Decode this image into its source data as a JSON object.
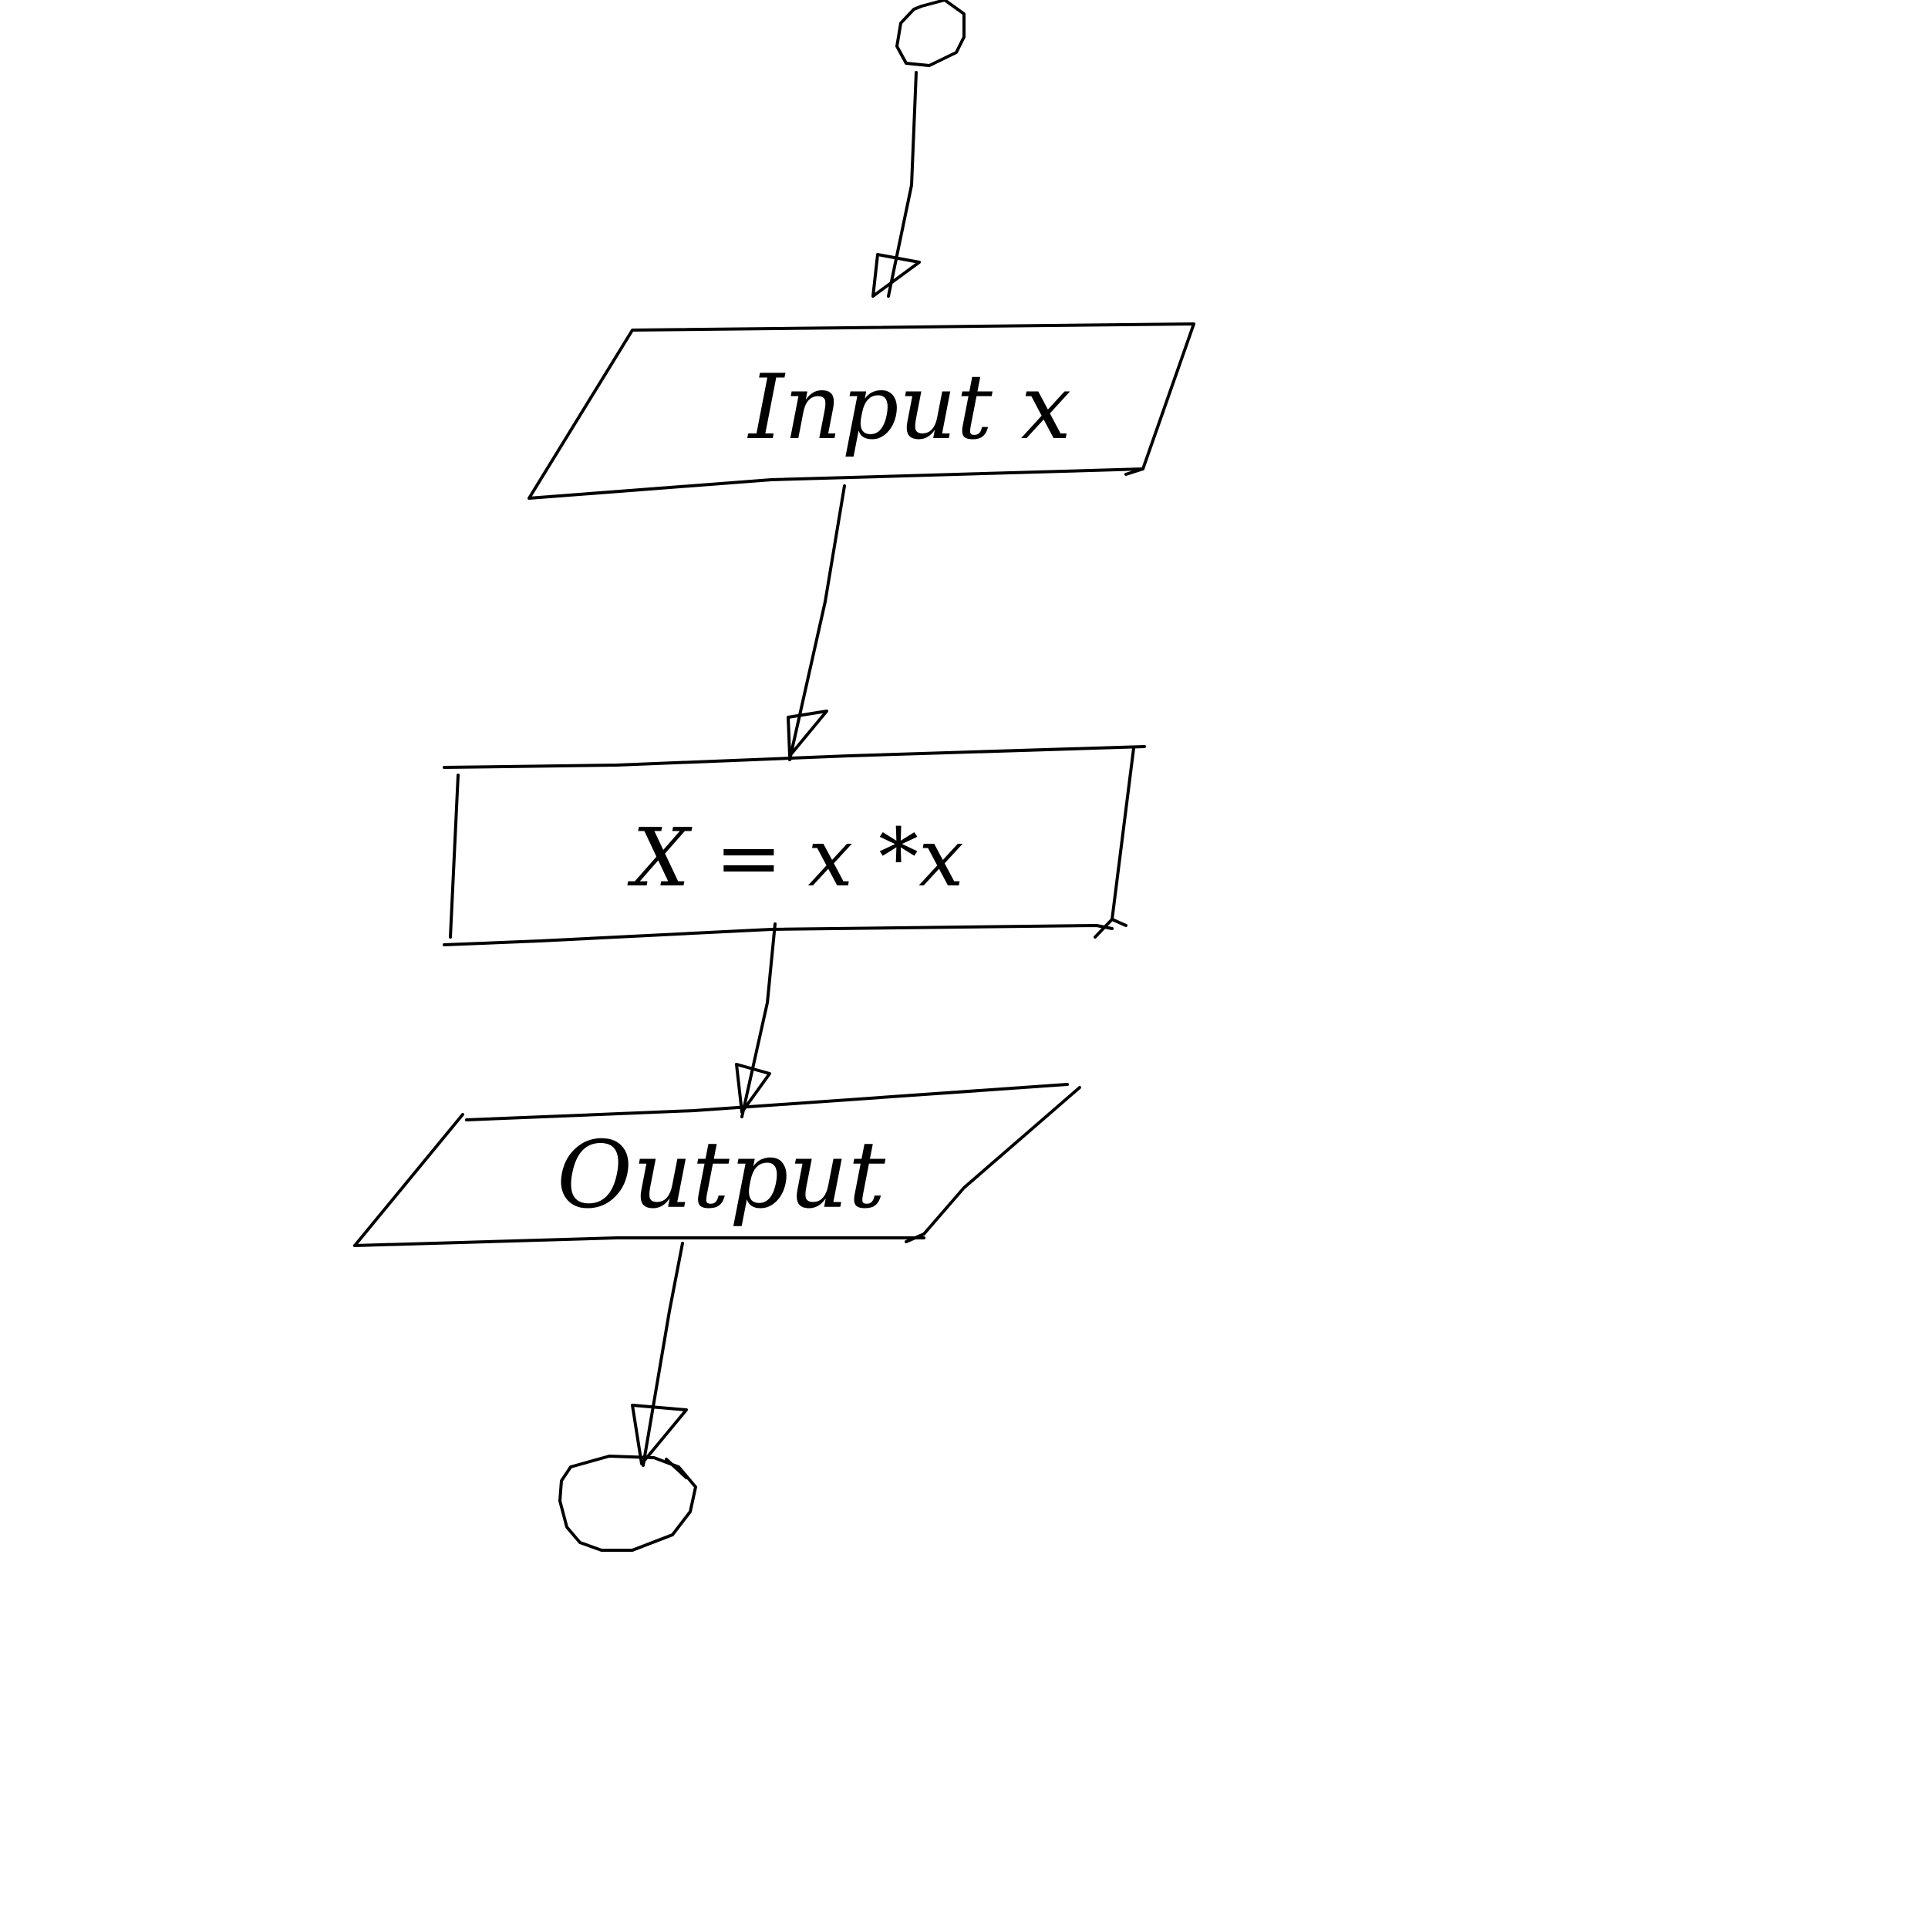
{
  "diagram": {
    "type": "flowchart",
    "style": "hand-drawn",
    "stroke_color": "#000000",
    "background": "#ffffff",
    "nodes": [
      {
        "id": "start",
        "shape": "terminal-oval",
        "label": ""
      },
      {
        "id": "input",
        "shape": "parallelogram",
        "label": "Input x"
      },
      {
        "id": "process",
        "shape": "rectangle",
        "label": "X = x *x"
      },
      {
        "id": "output",
        "shape": "parallelogram",
        "label": "Output"
      },
      {
        "id": "end",
        "shape": "terminal-oval",
        "label": ""
      }
    ],
    "edges": [
      {
        "from": "start",
        "to": "input"
      },
      {
        "from": "input",
        "to": "process"
      },
      {
        "from": "process",
        "to": "output"
      },
      {
        "from": "output",
        "to": "end"
      }
    ]
  }
}
